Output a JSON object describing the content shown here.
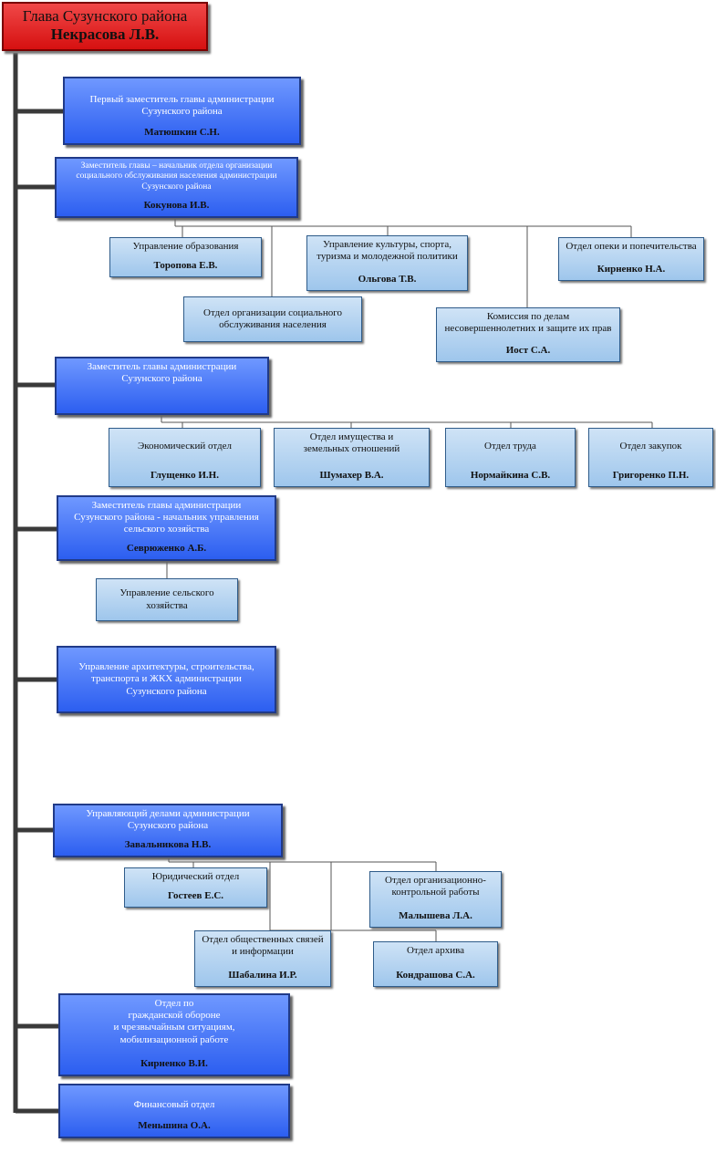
{
  "head": {
    "title": "Глава Сузунского района",
    "name": "Некрасова Л.В."
  },
  "first_deputy": {
    "title": "Первый заместитель главы администрации\nСузунского района",
    "name": "Матюшкин С.Н."
  },
  "social_deputy": {
    "title": "Заместитель главы – начальник отдела организации\nсоциального обслуживания населения администрации\nСузунского района",
    "name": "Кокунова И.В."
  },
  "education": {
    "title": "Управление образования",
    "name": "Торопова Е.В."
  },
  "culture": {
    "title": "Управление культуры, спорта,\nтуризма и молодежной политики",
    "name": "Ольгова Т.В."
  },
  "guardianship": {
    "title": "Отдел опеки и попечительства",
    "name": "Кирненко Н.А."
  },
  "social_service": {
    "title": "Отдел организации социального\nобслуживания населения",
    "name": ""
  },
  "minors_commission": {
    "title": "Комиссия по делам\nнесовершеннолетних и защите их прав",
    "name": "Иост С.А."
  },
  "deputy2": {
    "title": "Заместитель главы администрации\nСузунского района",
    "name": ""
  },
  "economic": {
    "title": "Экономический отдел",
    "name": "Глущенко И.Н."
  },
  "property": {
    "title": "Отдел имущества и\nземельных отношений",
    "name": "Шумахер В.А."
  },
  "labor": {
    "title": "Отдел труда",
    "name": "Нормайкина С.В."
  },
  "procurement": {
    "title": "Отдел закупок",
    "name": "Григоренко П.Н."
  },
  "agri_deputy": {
    "title": "Заместитель главы администрации\nСузунского района - начальник управления\nсельского хозяйства",
    "name": "Севрюженко А.Б."
  },
  "agri_dept": {
    "title": "Управление сельского\nхозяйства",
    "name": ""
  },
  "architecture": {
    "title": "Управление архитектуры, строительства,\nтранспорта и ЖКХ администрации\nСузунского района",
    "name": ""
  },
  "affairs": {
    "title": "Управляющий делами администрации\nСузунского района",
    "name": "Завальникова Н.В."
  },
  "legal": {
    "title": "Юридический отдел",
    "name": "Гостеев Е.С."
  },
  "control": {
    "title": "Отдел организационно-\nконтрольной работы",
    "name": "Малышева Л.А."
  },
  "public_relations": {
    "title": "Отдел общественных связей\nи информации",
    "name": "Шабалина И.Р."
  },
  "archive": {
    "title": "Отдел архива",
    "name": "Кондрашова С.А."
  },
  "civil_defense": {
    "title": "Отдел по\nгражданской обороне\nи чрезвычайным ситуациям,\nмобилизационной работе",
    "name": "Кирненко В.И."
  },
  "finance": {
    "title": "Финансовый отдел",
    "name": "Меньшина О.А."
  }
}
